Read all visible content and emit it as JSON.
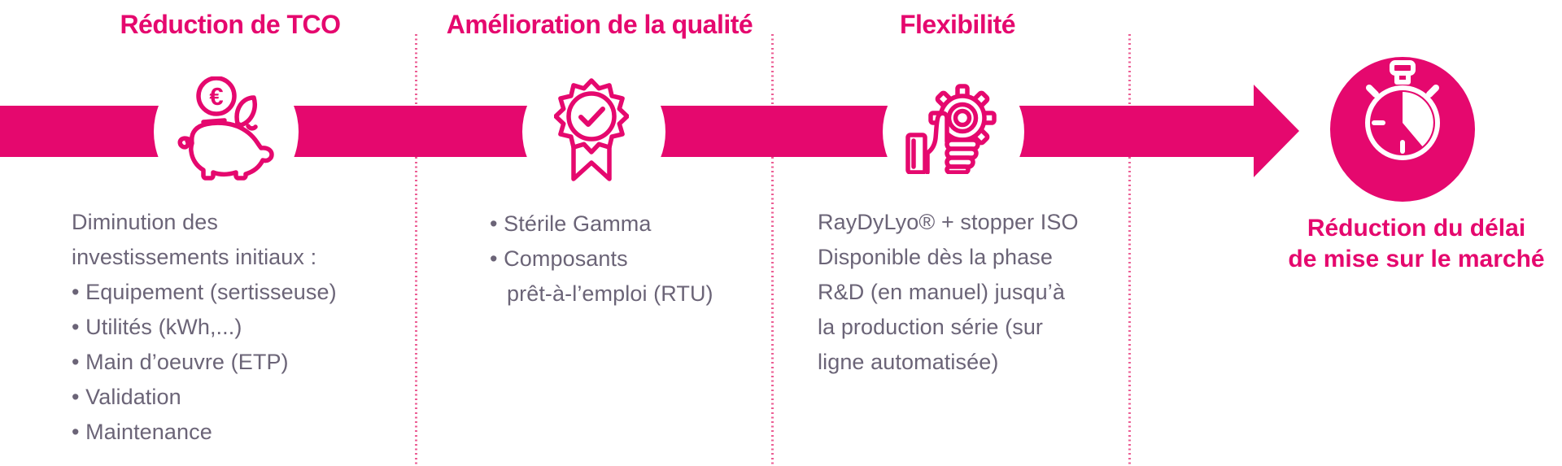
{
  "palette": {
    "pink": "#E5086E",
    "text_gray": "#6B6477",
    "dot_pink": "#EC5F95"
  },
  "glyphs": {
    "euro": "€"
  },
  "steps": [
    {
      "title": "Réduction de TCO",
      "icon": "piggy-bank-euro-icon",
      "lines": [
        "Diminution des",
        "investissements initiaux :",
        "• Equipement (sertisseuse)",
        "• Utilités (kWh,...)",
        "• Main d’oeuvre (ETP)",
        "• Validation",
        "• Maintenance"
      ]
    },
    {
      "title": "Amélioration de la qualité",
      "icon": "quality-badge-icon",
      "lines": [
        "• Stérile Gamma",
        "• Composants",
        "prêt-à-l’emploi (RTU)"
      ]
    },
    {
      "title": "Flexibilité",
      "icon": "gear-thumbs-up-icon",
      "lines": [
        "RayDyLyo® + stopper ISO",
        "Disponible dès la phase",
        "R&D (en manuel) jusqu’à",
        "la production série (sur",
        "ligne automatisée)"
      ]
    }
  ],
  "result": {
    "icon": "stopwatch-icon",
    "lines": [
      "Réduction du délai",
      "de mise sur le marché"
    ]
  }
}
